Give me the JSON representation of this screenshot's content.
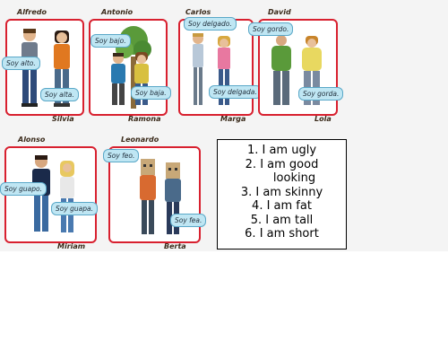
{
  "panels": [
    {
      "top_name": "Alfredo",
      "bottom_name": "Silvia",
      "bubbles": [
        "Soy alto.",
        "Soy alta."
      ]
    },
    {
      "top_name": "Antonio",
      "bottom_name": "Ramona",
      "bubbles": [
        "Soy bajo.",
        "Soy baja."
      ]
    },
    {
      "top_name": "Carlos",
      "bottom_name": "Marga",
      "bubbles": [
        "Soy delgado.",
        "Soy delgada."
      ]
    },
    {
      "top_name": "David",
      "bottom_name": "Lola",
      "bubbles": [
        "Soy gordo.",
        "Soy gorda."
      ]
    },
    {
      "top_name": "Alonso",
      "bottom_name": "Miriam",
      "bubbles": [
        "Soy guapo.",
        "Soy guapa."
      ]
    },
    {
      "top_name": "Leonardo",
      "bottom_name": "Berta",
      "bubbles": [
        "Soy feo.",
        "Soy fea."
      ]
    }
  ],
  "list_items": [
    "1.  I am ugly",
    "2.  I am good",
    "looking",
    "3.  I am skinny",
    "4.  I am fat",
    "5.  I am tall",
    "6.  I am short"
  ],
  "colors": {
    "panel_border": "#d8202f",
    "bubble_fill": "#bfe6f3"
  }
}
